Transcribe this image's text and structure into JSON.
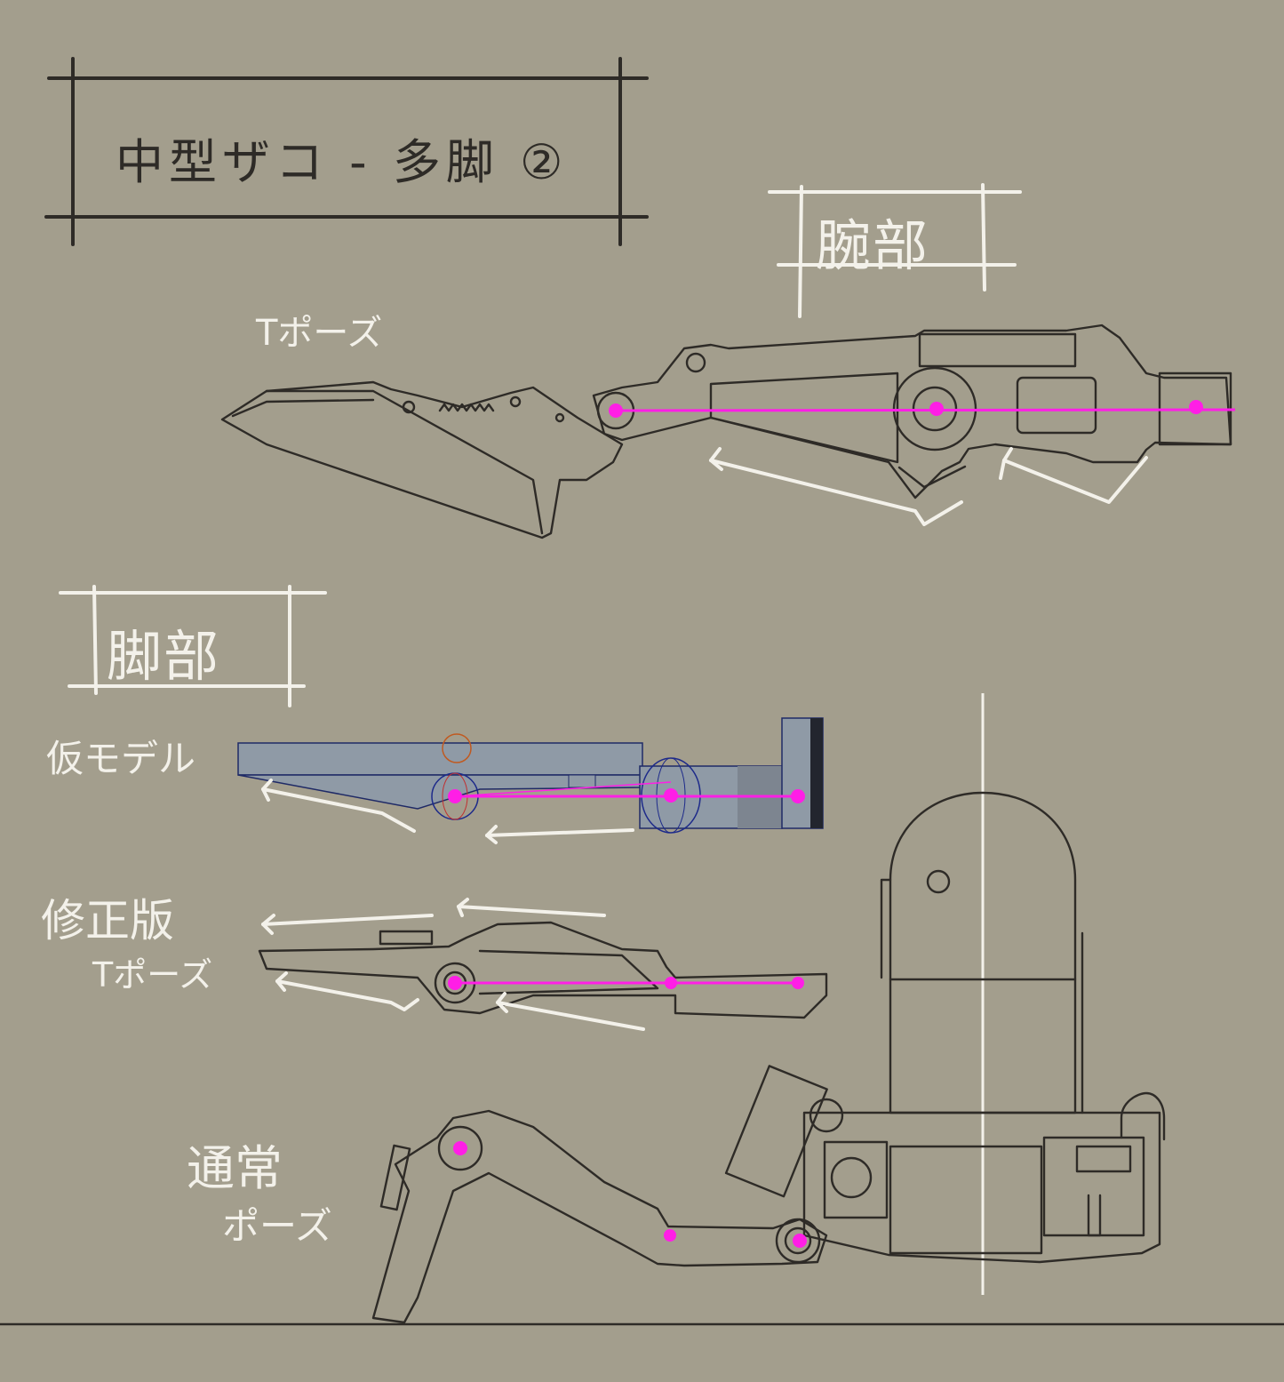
{
  "title": "中型ザコ - 多脚 ②",
  "arm_section": {
    "heading": "腕部",
    "tpose_label": "Tポーズ"
  },
  "leg_section": {
    "heading": "脚部",
    "prototype_label": "仮モデル",
    "revised_label": "修正版",
    "revised_tpose_label": "Tポーズ",
    "normal_label_line1": "通常",
    "normal_label_line2": "ポーズ"
  },
  "colors": {
    "background": "#a39e8d",
    "ink": "#2e2b27",
    "chalk": "#f3f1ea",
    "joint_marker": "#ff1ee6",
    "prototype_model": "#8f9aa6"
  }
}
